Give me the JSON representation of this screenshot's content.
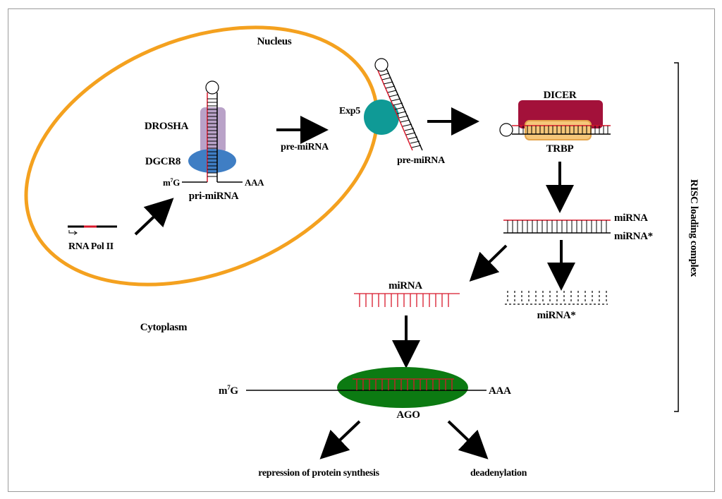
{
  "labels": {
    "nucleus": "Nucleus",
    "cytoplasm": "Cytoplasm",
    "drosha": "DROSHA",
    "dgcr8": "DGCR8",
    "m7g_pri": "m7G",
    "aaa_pri": "AAA",
    "pri_mirna": "pri-miRNA",
    "rna_pol": "RNA Pol II",
    "pre_mirna_1": "pre-miRNA",
    "exp5": "Exp5",
    "pre_mirna_2": "pre-miRNA",
    "dicer": "DICER",
    "trbp": "TRBP",
    "mirna_duplex": "miRNA",
    "mirna_star_duplex": "miRNA*",
    "mirna_single": "miRNA",
    "mirna_star_single": "miRNA*",
    "m7g_target": "m7G",
    "aaa_target": "AAA",
    "ago": "AGO",
    "repression": "repression of protein synthesis",
    "deadenylation": "deadenylation",
    "risc": "RISC loading complex"
  },
  "colors": {
    "nucleus_ring": "#f4a11f",
    "drosha": "#b9a2c8",
    "dgcr8": "#3f7ec4",
    "exp5": "#0f9a96",
    "dicer": "#a3113a",
    "trbp": "#f5c77a",
    "ago": "#0c7a12",
    "rna_red": "#d8182b"
  }
}
